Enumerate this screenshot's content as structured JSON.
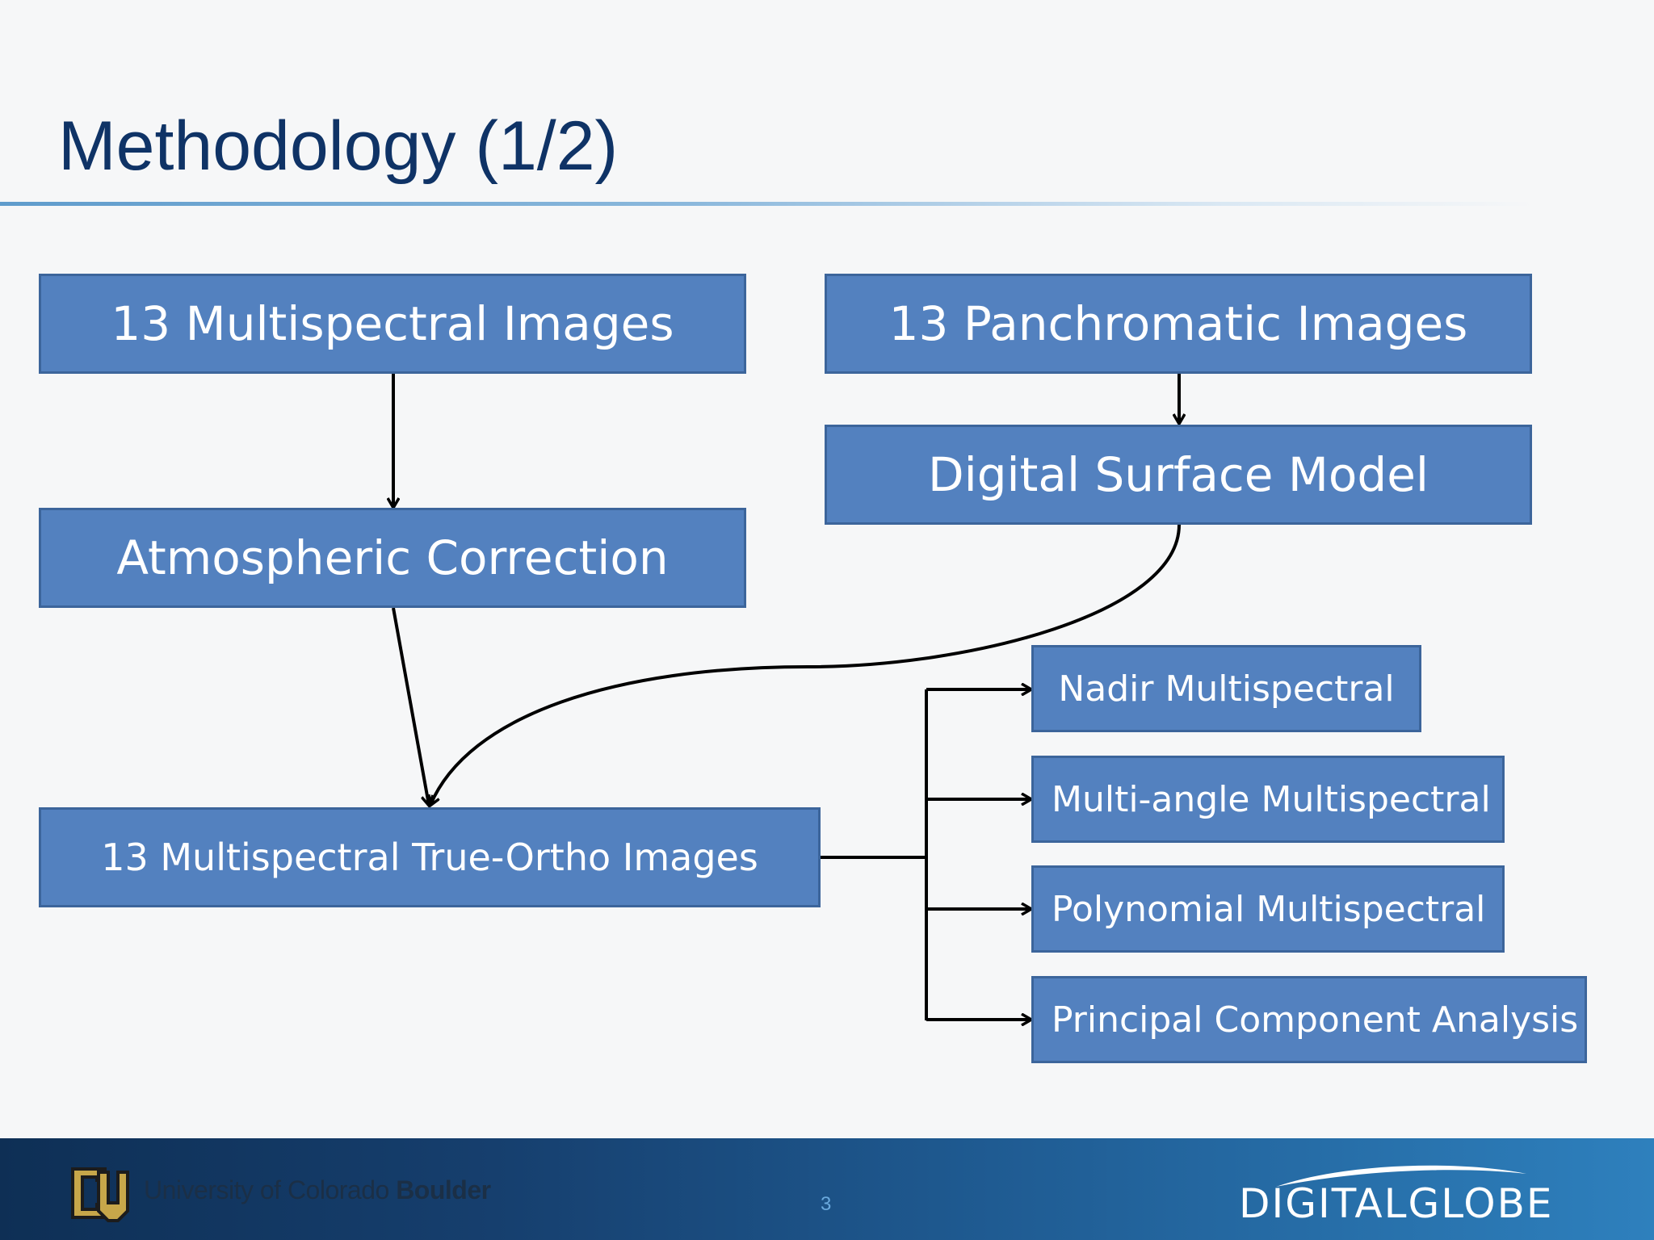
{
  "slide": {
    "title": "Methodology (1/2)",
    "page_number": "3"
  },
  "diagram": {
    "nodes": [
      {
        "id": "multispectral-images",
        "label": "13 Multispectral Images"
      },
      {
        "id": "panchromatic-images",
        "label": "13 Panchromatic Images"
      },
      {
        "id": "digital-surface-model",
        "label": "Digital Surface Model"
      },
      {
        "id": "atmospheric-correction",
        "label": "Atmospheric Correction"
      },
      {
        "id": "true-ortho-images",
        "label": "13 Multispectral True-Ortho Images"
      },
      {
        "id": "nadir-multispectral",
        "label": "Nadir Multispectral"
      },
      {
        "id": "multi-angle-multispectral",
        "label": "Multi-angle Multispectral"
      },
      {
        "id": "polynomial-multispectral",
        "label": "Polynomial Multispectral"
      },
      {
        "id": "principal-component-analysis",
        "label": "Principal Component Analysis"
      }
    ],
    "edges": [
      {
        "from": "multispectral-images",
        "to": "atmospheric-correction"
      },
      {
        "from": "panchromatic-images",
        "to": "digital-surface-model"
      },
      {
        "from": "atmospheric-correction",
        "to": "true-ortho-images"
      },
      {
        "from": "digital-surface-model",
        "to": "true-ortho-images"
      },
      {
        "from": "true-ortho-images",
        "to": "nadir-multispectral"
      },
      {
        "from": "true-ortho-images",
        "to": "multi-angle-multispectral"
      },
      {
        "from": "true-ortho-images",
        "to": "polynomial-multispectral"
      },
      {
        "from": "true-ortho-images",
        "to": "principal-component-analysis"
      }
    ]
  },
  "footer": {
    "university_prefix": "University of Colorado",
    "university_bold": "Boulder",
    "company_logo_text": "DIGITALGLOBE"
  },
  "colors": {
    "box_fill": "#5381bf",
    "box_border": "#3c659b",
    "title": "#0f3366",
    "footer_start": "#0e2f55",
    "footer_end": "#2e80bd"
  },
  "icons": [
    "cu-logo-icon",
    "digitalglobe-swoosh-icon"
  ]
}
